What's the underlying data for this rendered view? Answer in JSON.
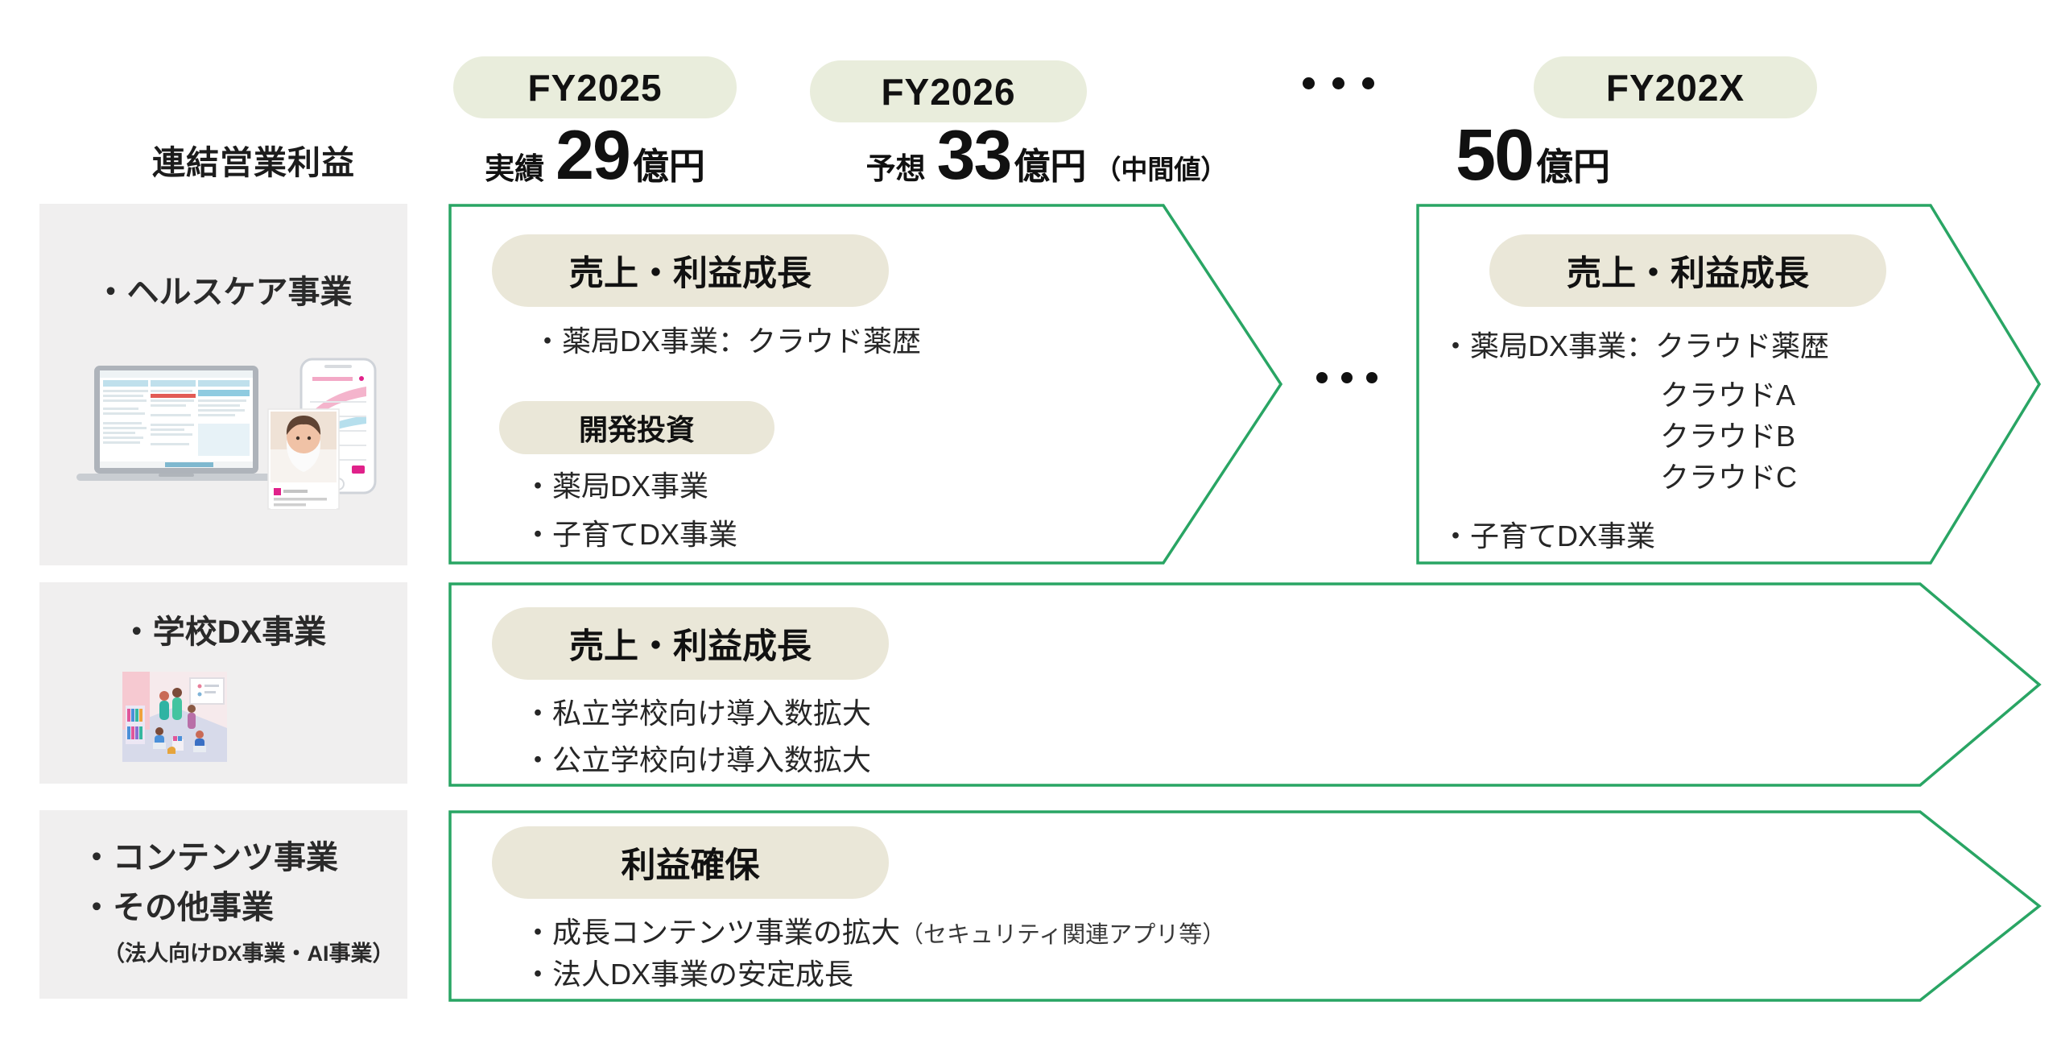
{
  "title_area": {
    "left_header": "連結営業利益",
    "fy_columns": [
      {
        "badge": "FY2025",
        "prefix": "実績",
        "value": "29",
        "unit": "億円",
        "note": ""
      },
      {
        "badge": "FY2026",
        "prefix": "予想",
        "value": "33",
        "unit": "億円",
        "note": "（中間値）"
      },
      {
        "badge": "FY202X",
        "prefix": "",
        "value": "50",
        "unit": "億円",
        "note": ""
      }
    ],
    "ellipsis": "・・・"
  },
  "segments": {
    "healthcare_label": "・ヘルスケア事業",
    "school_label": "・学校DX事業",
    "content_label_1": "・コンテンツ事業",
    "content_label_2": "・その他事業",
    "content_note": "（法人向けDX事業・AI事業）"
  },
  "boxes": {
    "healthcare_now": {
      "growth_badge": "売上・利益成長",
      "item_pharmacy_cloud": "・薬局DX事業：クラウド薬歴",
      "invest_badge": "開発投資",
      "item_pharmacy": "・薬局DX事業",
      "item_childcare": "・子育てDX事業"
    },
    "healthcare_future": {
      "growth_badge": "売上・利益成長",
      "item_pharmacy_cloud": "・薬局DX事業：クラウド薬歴",
      "cloud_a": "クラウドA",
      "cloud_b": "クラウドB",
      "cloud_c": "クラウドC",
      "item_childcare": "・子育てDX事業"
    },
    "school": {
      "growth_badge": "売上・利益成長",
      "item_private": "・私立学校向け導入数拡大",
      "item_public": "・公立学校向け導入数拡大"
    },
    "content": {
      "profit_badge": "利益確保",
      "item_growth_main": "・成長コンテンツ事業の拡大",
      "item_growth_note": "（セキュリティ関連アプリ等）",
      "item_corporate": "・法人DX事業の安定成長"
    }
  },
  "ellipsis_mid": "・・・",
  "colors": {
    "accent_green": "#29A564",
    "fy_pill_bg": "#E9EDDC",
    "badge_bg": "#EAE7D8",
    "panel_bg": "#F0EFEF",
    "text": "#1C1C1C"
  }
}
